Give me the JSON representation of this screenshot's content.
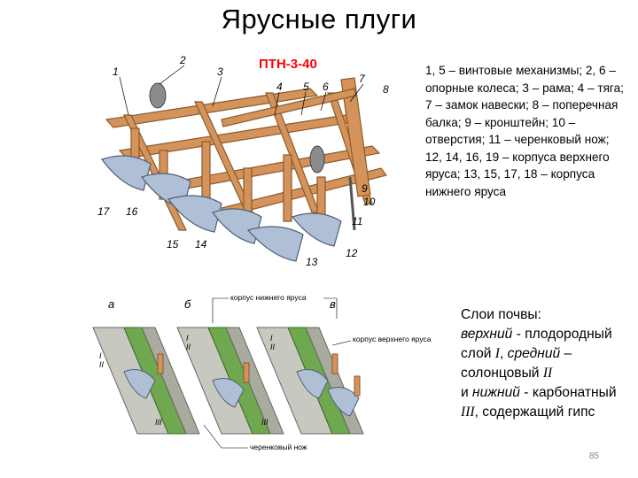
{
  "title": "Ярусные плуги",
  "plow_model": "ПТН-3-40",
  "legend_text": "1, 5 – винтовые механизмы; 2, 6 – опорные колеса; 3 – рама; 4 – тяга; 7 – замок навески; 8 – поперечная балка; 9 – кронштейн; 10 – отверстия; 11 – черенковый нож; 12, 14, 16, 19 – корпуса верхнего яруса; 13, 15, 17, 18 – корпуса нижнего яруса",
  "callouts": [
    "1",
    "2",
    "3",
    "4",
    "5",
    "6",
    "7",
    "8",
    "9",
    "10",
    "11",
    "12",
    "13",
    "14",
    "15",
    "16",
    "17"
  ],
  "diagram_letters": [
    "а",
    "б",
    "в"
  ],
  "scheme_labels": {
    "lower_body": "корпус нижнего яруса",
    "upper_body": "корпус верхнего яруса",
    "coulter": "черенковый нож"
  },
  "layer_numerals": {
    "one": "I",
    "two": "II",
    "three": "III"
  },
  "soil": {
    "heading": "Слои почвы",
    "colon": ":",
    "upper_word": "верхний",
    "upper_desc": " - плодородный слой ",
    "upper_num": "I",
    "middle_word": "средний",
    "middle_desc": " – солонцовый ",
    "middle_num": "II",
    "and_word": "и ",
    "lower_word": "нижний",
    "lower_desc": " - карбонатный ",
    "lower_num": "III",
    "tail": ", содержащий гипс"
  },
  "page_number": "85",
  "colors": {
    "frame_wood": "#d4935a",
    "frame_dark": "#8b5a2b",
    "blade": "#aebfd6",
    "soil_green": "#6fa84f",
    "soil_grey": "#c7c9c0",
    "title_red": "#ff0000"
  }
}
